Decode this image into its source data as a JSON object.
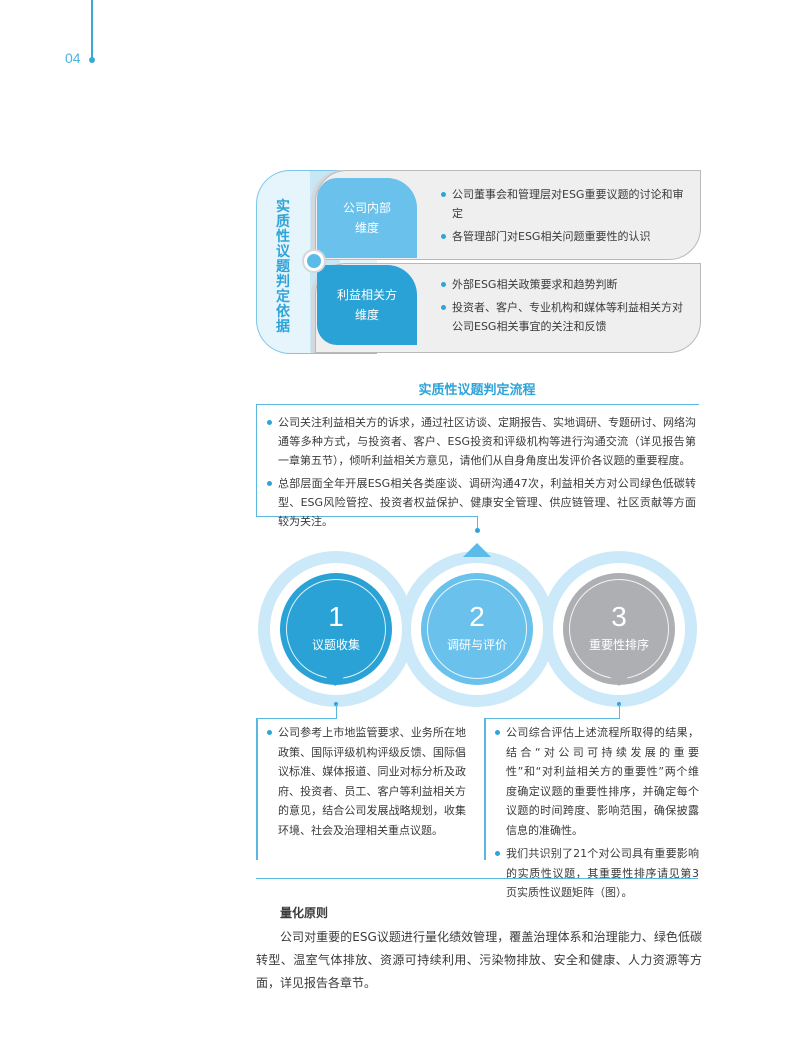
{
  "page": {
    "number": "04"
  },
  "criteria": {
    "vertical_title": "实质性议题判定依据",
    "cards": [
      {
        "heading_line1": "公司内部",
        "heading_line2": "维度",
        "bullets": [
          "公司董事会和管理层对ESG重要议题的讨论和审定",
          "各管理部门对ESG相关问题重要性的认识"
        ]
      },
      {
        "heading_line1": "利益相关方",
        "heading_line2": "维度",
        "bullets": [
          "外部ESG相关政策要求和趋势判断",
          "投资者、客户、专业机构和媒体等利益相关方对公司ESG相关事宜的关注和反馈"
        ]
      }
    ]
  },
  "flow": {
    "title": "实质性议题判定流程",
    "top_box": {
      "bullets": [
        "公司关注利益相关方的诉求，通过社区访谈、定期报告、实地调研、专题研讨、网络沟通等多种方式，与投资者、客户、ESG投资和评级机构等进行沟通交流（详见报告第一章第五节），倾听利益相关方意见，请他们从自身角度出发评价各议题的重要程度。",
        "总部层面全年开展ESG相关各类座谈、调研沟通47次，利益相关方对公司绿色低碳转型、ESG风险管控、投资者权益保护、健康安全管理、供应链管理、社区贡献等方面较为关注。"
      ]
    },
    "steps": [
      {
        "number": "1",
        "label": "议题收集",
        "color": "#2aa2d6"
      },
      {
        "number": "2",
        "label": "调研与评价",
        "color": "#69c1ec"
      },
      {
        "number": "3",
        "label": "重要性排序",
        "color": "#aeafb2"
      }
    ],
    "left_box": {
      "bullets": [
        "公司参考上市地监管要求、业务所在地政策、国际评级机构评级反馈、国际倡议标准、媒体报道、同业对标分析及政府、投资者、员工、客户等利益相关方的意见，结合公司发展战略规划，收集环境、社会及治理相关重点议题。"
      ]
    },
    "right_box": {
      "bullets": [
        "公司综合评估上述流程所取得的结果，结合“对公司可持续发展的重要性”和“对利益相关方的重要性”两个维度确定议题的重要性排序，并确定每个议题的时间跨度、影响范围，确保披露信息的准确性。",
        "我们共识别了21个对公司具有重要影响的实质性议题，其重要性排序请见第3页实质性议题矩阵（图）。"
      ]
    }
  },
  "quantification": {
    "heading": "量化原则",
    "body": "公司对重要的ESG议题进行量化绩效管理，覆盖治理体系和治理能力、绿色低碳转型、温室气体排放、资源可持续利用、污染物排放、安全和健康、人力资源等方面，详见报告各章节。"
  },
  "colors": {
    "accent": "#2ea4d8",
    "light_accent": "#69c1ec",
    "halo": "#cbe9f8",
    "grey_step": "#aeafb2",
    "card_bg": "#efefef"
  }
}
